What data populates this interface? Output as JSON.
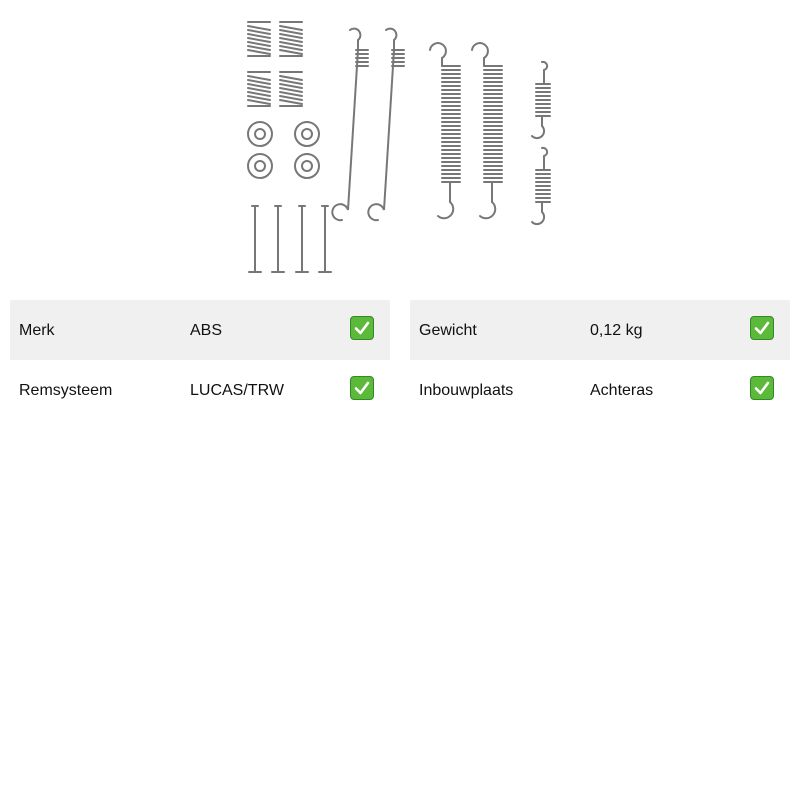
{
  "specs": {
    "left": [
      {
        "label": "Merk",
        "value": "ABS"
      },
      {
        "label": "Remsysteem",
        "value": "LUCAS/TRW"
      }
    ],
    "right": [
      {
        "label": "Gewicht",
        "value": "0,12 kg"
      },
      {
        "label": "Inbouwplaats",
        "value": "Achteras"
      }
    ]
  },
  "icons": {
    "check": "check-mark-icon",
    "check_color": "#5cb93a"
  }
}
